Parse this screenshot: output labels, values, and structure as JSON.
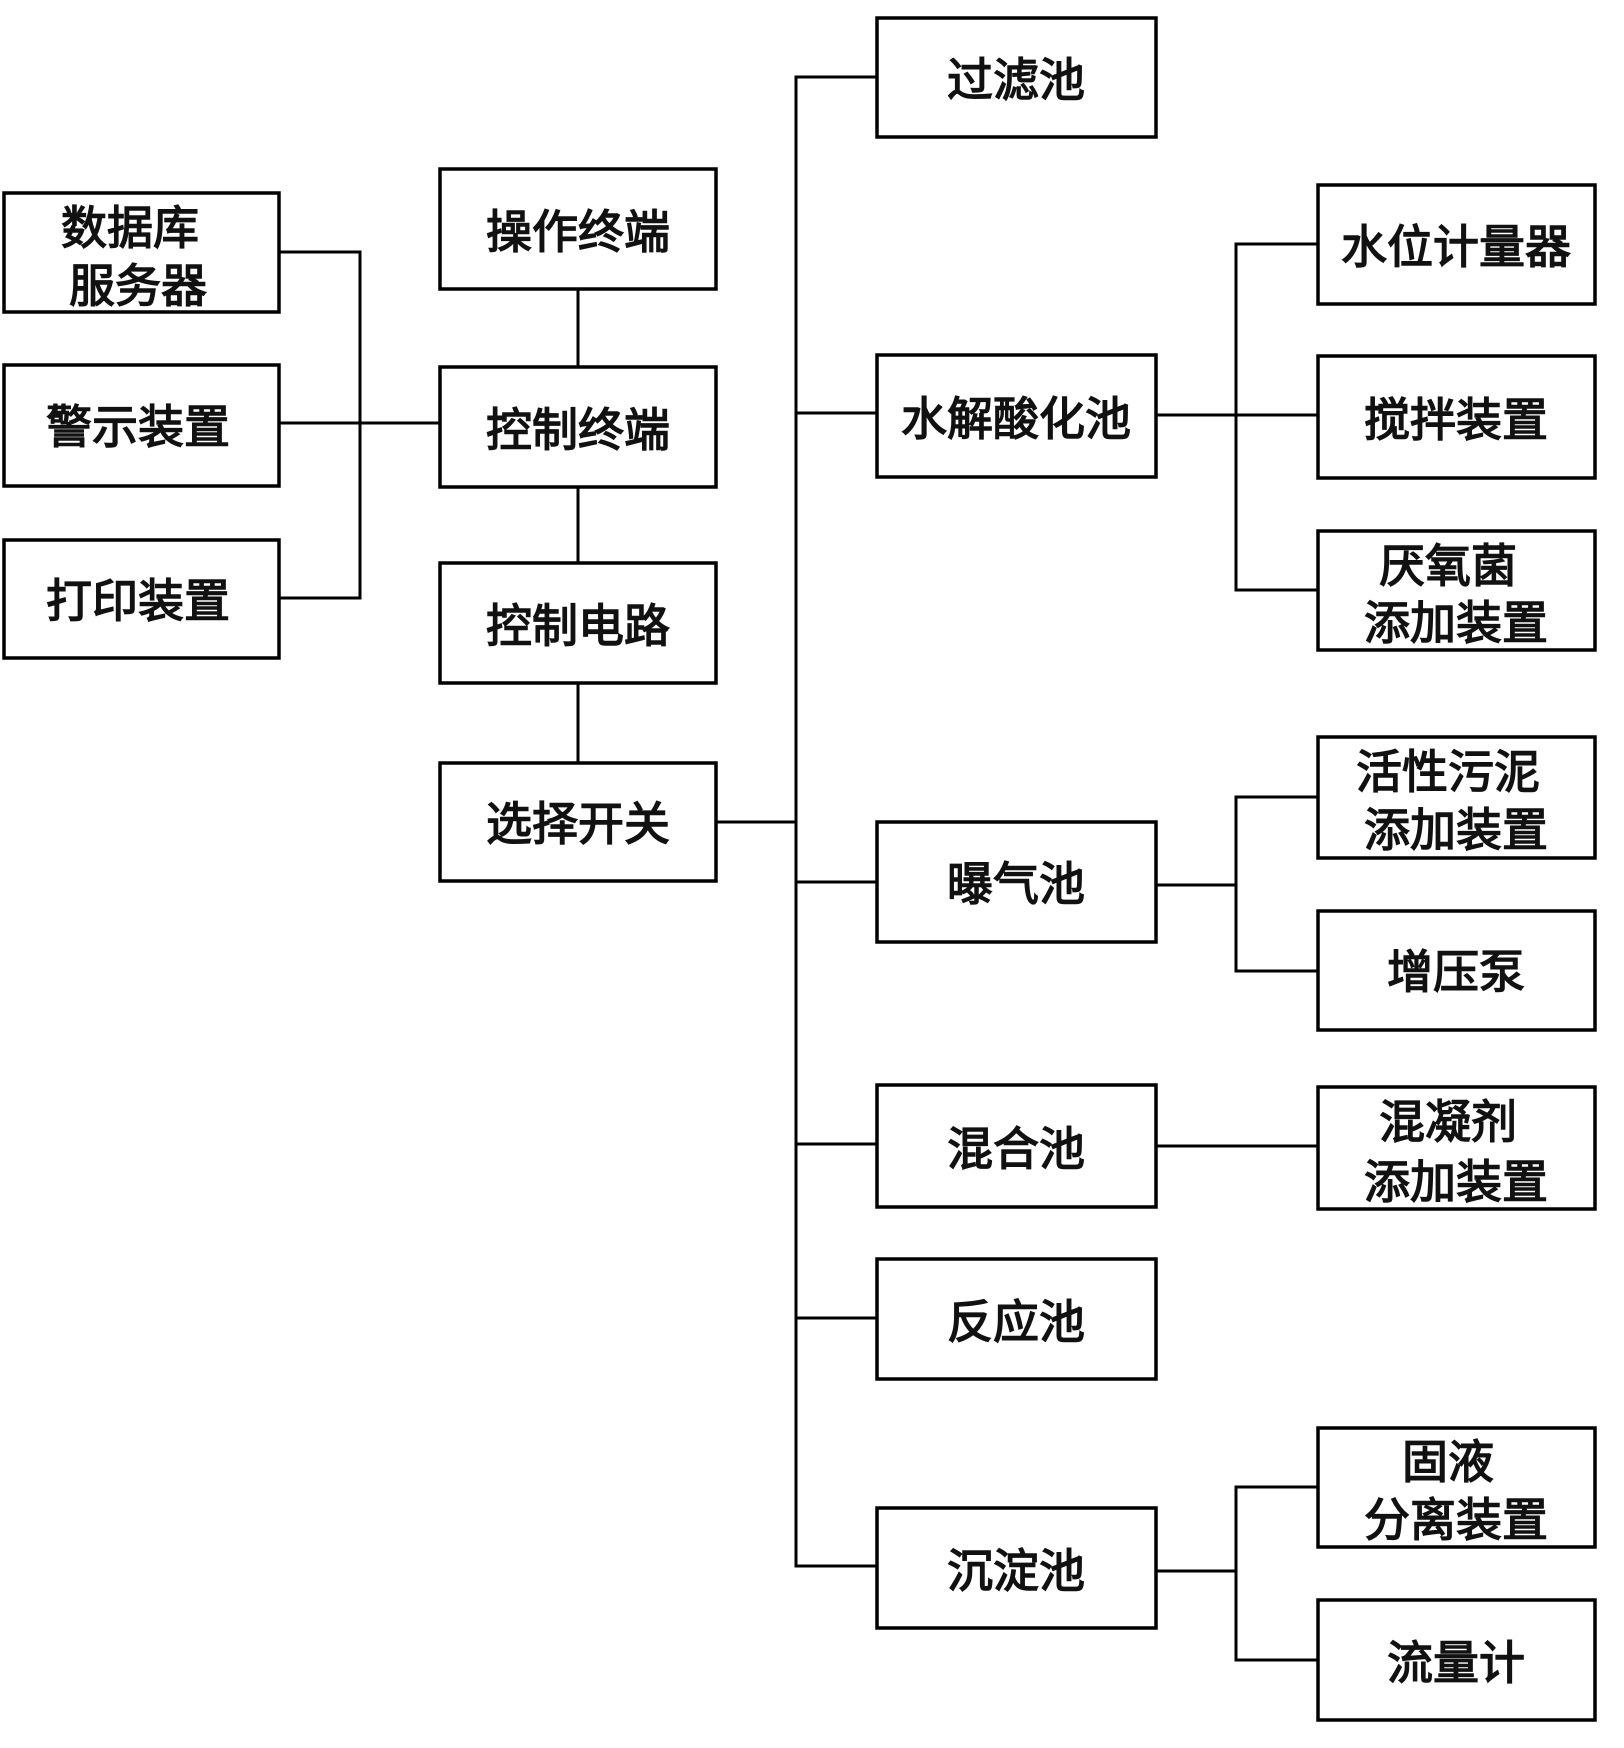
{
  "nodes": {
    "database_server": [
      "数据库",
      "服务器"
    ],
    "alarm_device": [
      "警示装置"
    ],
    "print_device": [
      "打印装置"
    ],
    "operation_terminal": [
      "操作终端"
    ],
    "control_terminal": [
      "控制终端"
    ],
    "control_circuit": [
      "控制电路"
    ],
    "selector_switch": [
      "选择开关"
    ],
    "filter_tank": [
      "过滤池"
    ],
    "hydrolysis_tank": [
      "水解酸化池"
    ],
    "aeration_tank": [
      "曝气池"
    ],
    "mixing_tank": [
      "混合池"
    ],
    "reaction_tank": [
      "反应池"
    ],
    "sedimentation_tank": [
      "沉淀池"
    ],
    "water_level_meter": [
      "水位计量器"
    ],
    "stirring_device": [
      "搅拌装置"
    ],
    "anaerobic_adding_device": [
      "厌氧菌",
      "添加装置"
    ],
    "sludge_adding_device": [
      "活性污泥",
      "添加装置"
    ],
    "booster_pump": [
      "增压泵"
    ],
    "coagulant_adding_device": [
      "混凝剂",
      "添加装置"
    ],
    "solid_liquid_separator": [
      "固液",
      "分离装置"
    ],
    "flow_meter": [
      "流量计"
    ]
  }
}
